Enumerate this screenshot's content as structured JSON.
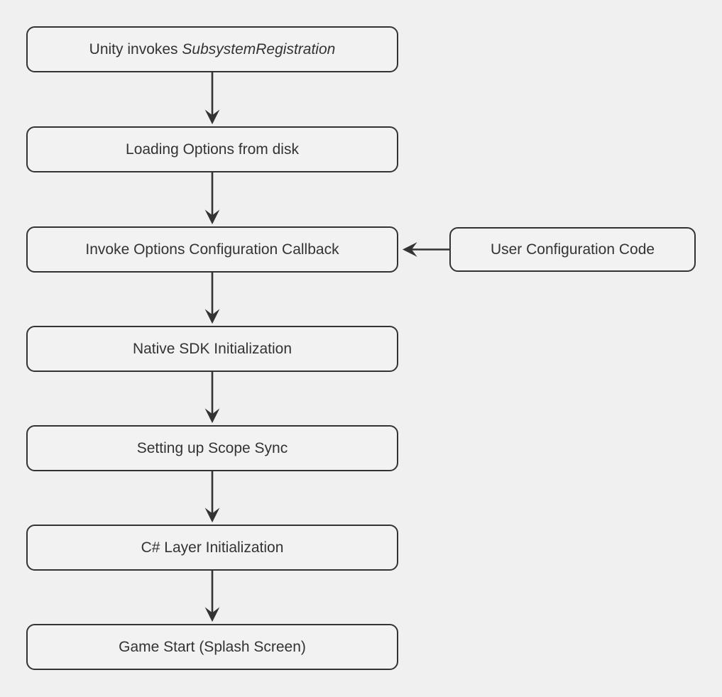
{
  "diagram": {
    "type": "flowchart",
    "direction": "top-to-bottom",
    "colors": {
      "background": "#f0f0f0",
      "node_fill": "#f2f2f2",
      "node_border": "#333333",
      "text": "#333333",
      "arrow": "#333333"
    },
    "nodes": {
      "unity_invokes": {
        "text_regular": "Unity invokes ",
        "text_italic": "SubsystemRegistration"
      },
      "loading_options": {
        "label": "Loading Options from disk"
      },
      "invoke_callback": {
        "label": "Invoke Options Configuration Callback"
      },
      "user_config": {
        "label": "User Configuration Code"
      },
      "native_sdk": {
        "label": "Native SDK Initialization"
      },
      "scope_sync": {
        "label": "Setting up Scope Sync"
      },
      "csharp_layer": {
        "label": "C# Layer Initialization"
      },
      "game_start": {
        "label": "Game Start (Splash Screen)"
      }
    },
    "edges": [
      {
        "from": "unity_invokes",
        "to": "loading_options",
        "direction": "down"
      },
      {
        "from": "loading_options",
        "to": "invoke_callback",
        "direction": "down"
      },
      {
        "from": "user_config",
        "to": "invoke_callback",
        "direction": "left"
      },
      {
        "from": "invoke_callback",
        "to": "native_sdk",
        "direction": "down"
      },
      {
        "from": "native_sdk",
        "to": "scope_sync",
        "direction": "down"
      },
      {
        "from": "scope_sync",
        "to": "csharp_layer",
        "direction": "down"
      },
      {
        "from": "csharp_layer",
        "to": "game_start",
        "direction": "down"
      }
    ]
  }
}
